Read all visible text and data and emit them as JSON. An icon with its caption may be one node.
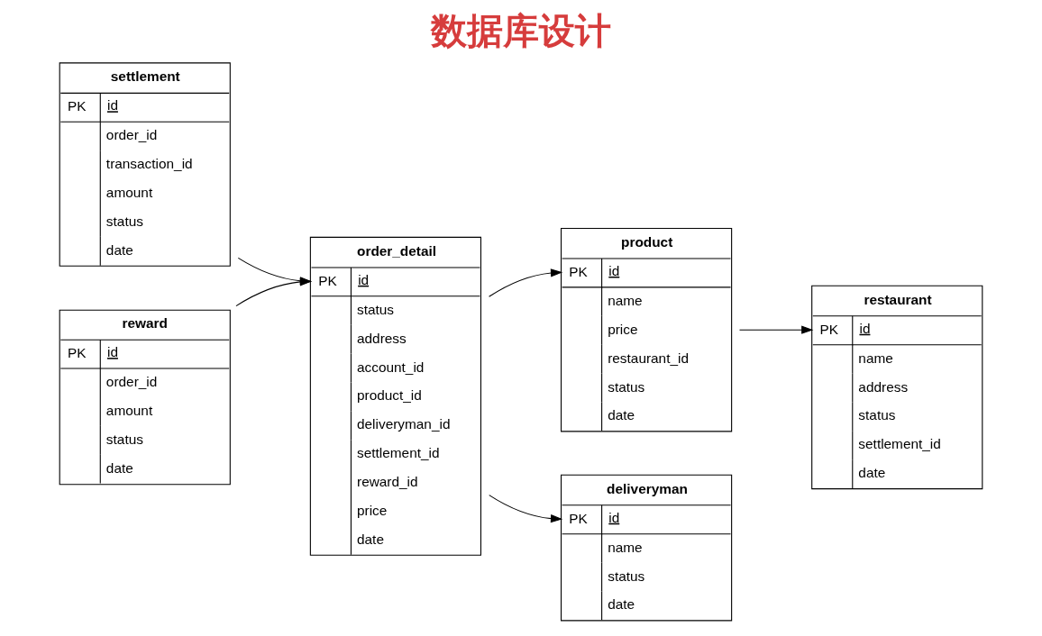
{
  "diagram": {
    "title": "数据库设计",
    "nodes": [
      {
        "text": [
          "settlement",
          "PK",
          "id",
          "order_id",
          "transaction_id",
          "amount",
          "status",
          "date"
        ]
      },
      {
        "text": [
          "order_detail",
          "PK",
          "id",
          "status",
          "address",
          "account_id",
          "product_id",
          "deliveryman_id",
          "settlement_id",
          "reward_id",
          "price",
          "date"
        ]
      },
      {
        "text": [
          "product",
          "PK",
          "id",
          "name",
          "price",
          "restaurant_id",
          "status",
          "date"
        ]
      },
      {
        "text": [
          "restaurant",
          "PK",
          "id",
          "name",
          "address",
          "status",
          "settlement_id",
          "date"
        ]
      },
      {
        "text": [
          "deliveryman",
          "PK",
          "id",
          "name",
          "status",
          "date"
        ]
      },
      {
        "text": [
          "reward",
          "PK",
          "id",
          "order_id",
          "amount",
          "status",
          "date"
        ]
      }
    ],
    "edges": [
      {
        "from": 0,
        "to": 1,
        "arrow": "to"
      },
      {
        "from": 5,
        "to": 1,
        "arrow": "to"
      },
      {
        "from": 1,
        "to": 2,
        "arrow": "to"
      },
      {
        "from": 2,
        "to": 3,
        "arrow": "to"
      },
      {
        "from": 1,
        "to": 4,
        "arrow": "to"
      }
    ]
  }
}
